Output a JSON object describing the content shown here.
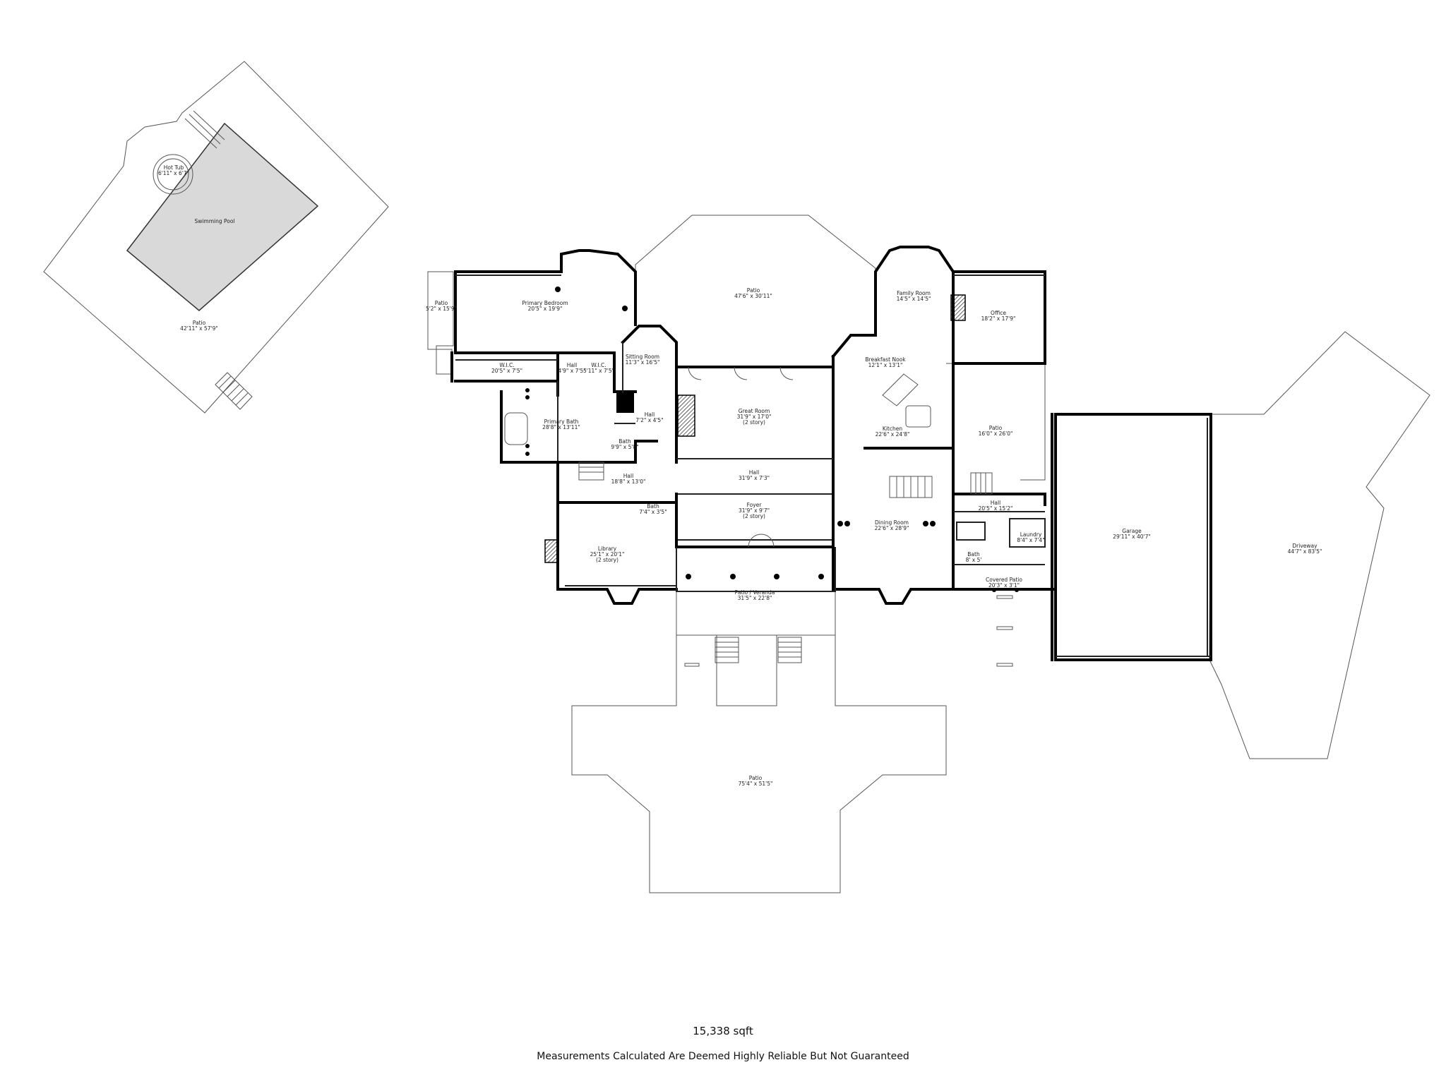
{
  "rooms": [
    {
      "id": "pool-patio",
      "name": "Patio",
      "dims": "42'11\" x 57'9\""
    },
    {
      "id": "swimming-pool",
      "name": "Swimming Pool",
      "dims": ""
    },
    {
      "id": "hot-tub",
      "name": "Hot Tub",
      "dims": "6'11\" x 6'7\""
    },
    {
      "id": "patio-small",
      "name": "Patio",
      "dims": "5'2\" x 15'9\""
    },
    {
      "id": "primary-bedroom",
      "name": "Primary Bedroom",
      "dims": "20'5\" x 19'9\""
    },
    {
      "id": "patio-rear",
      "name": "Patio",
      "dims": "47'6\" x 30'11\""
    },
    {
      "id": "family-room",
      "name": "Family Room",
      "dims": "14'5\" x 14'5\""
    },
    {
      "id": "office",
      "name": "Office",
      "dims": "18'2\" x 17'9\""
    },
    {
      "id": "wic-1",
      "name": "W.I.C.",
      "dims": "20'5\" x 7'5\""
    },
    {
      "id": "hall-1",
      "name": "Hall",
      "dims": "4'9\" x 7'5\""
    },
    {
      "id": "wic-2",
      "name": "W.I.C.",
      "dims": "5'11\" x 7'5\""
    },
    {
      "id": "sitting-room",
      "name": "Sitting Room",
      "dims": "11'3\" x 16'5\""
    },
    {
      "id": "breakfast-nook",
      "name": "Breakfast Nook",
      "dims": "12'1\" x 13'1\""
    },
    {
      "id": "primary-bath",
      "name": "Primary Bath",
      "dims": "28'8\" x 13'11\""
    },
    {
      "id": "hall-2",
      "name": "Hall",
      "dims": "7'2\" x 4'5\""
    },
    {
      "id": "great-room",
      "name": "Great Room",
      "dims": "31'9\" x 17'0\"",
      "note": "(2 story)"
    },
    {
      "id": "kitchen",
      "name": "Kitchen",
      "dims": "22'6\" x 24'8\""
    },
    {
      "id": "patio-east",
      "name": "Patio",
      "dims": "16'0\" x 26'0\""
    },
    {
      "id": "bath-1",
      "name": "Bath",
      "dims": "9'9\" x 5'8\""
    },
    {
      "id": "hall-3",
      "name": "Hall",
      "dims": "18'8\" x 13'0\""
    },
    {
      "id": "hall-4",
      "name": "Hall",
      "dims": "31'9\" x 7'3\""
    },
    {
      "id": "hall-5",
      "name": "Hall",
      "dims": "20'5\" x 15'2\""
    },
    {
      "id": "bath-2",
      "name": "Bath",
      "dims": "7'4\" x 3'5\""
    },
    {
      "id": "foyer",
      "name": "Foyer",
      "dims": "31'9\" x 9'7\"",
      "note": "(2 story)"
    },
    {
      "id": "garage",
      "name": "Garage",
      "dims": "29'11\" x 40'7\""
    },
    {
      "id": "library",
      "name": "Library",
      "dims": "25'1\" x 20'1\"",
      "note": "(2 story)"
    },
    {
      "id": "dining-room",
      "name": "Dining Room",
      "dims": "22'6\" x 28'9\""
    },
    {
      "id": "laundry",
      "name": "Laundry",
      "dims": "8'4\" x 7'4\""
    },
    {
      "id": "bath-3",
      "name": "Bath",
      "dims": "8' x 5'"
    },
    {
      "id": "driveway",
      "name": "Driveway",
      "dims": "44'7\" x 83'5\""
    },
    {
      "id": "covered-patio",
      "name": "Covered Patio",
      "dims": "20'3\" x 3'1\""
    },
    {
      "id": "patio-veranda",
      "name": "Patio / Veranda",
      "dims": "31'5\" x 22'8\""
    },
    {
      "id": "patio-front",
      "name": "Patio",
      "dims": "75'4\" x 51'5\""
    }
  ],
  "footer": {
    "area": "15,338 sqft",
    "disclaimer": "Measurements Calculated Are Deemed Highly Reliable But Not Guaranteed"
  }
}
